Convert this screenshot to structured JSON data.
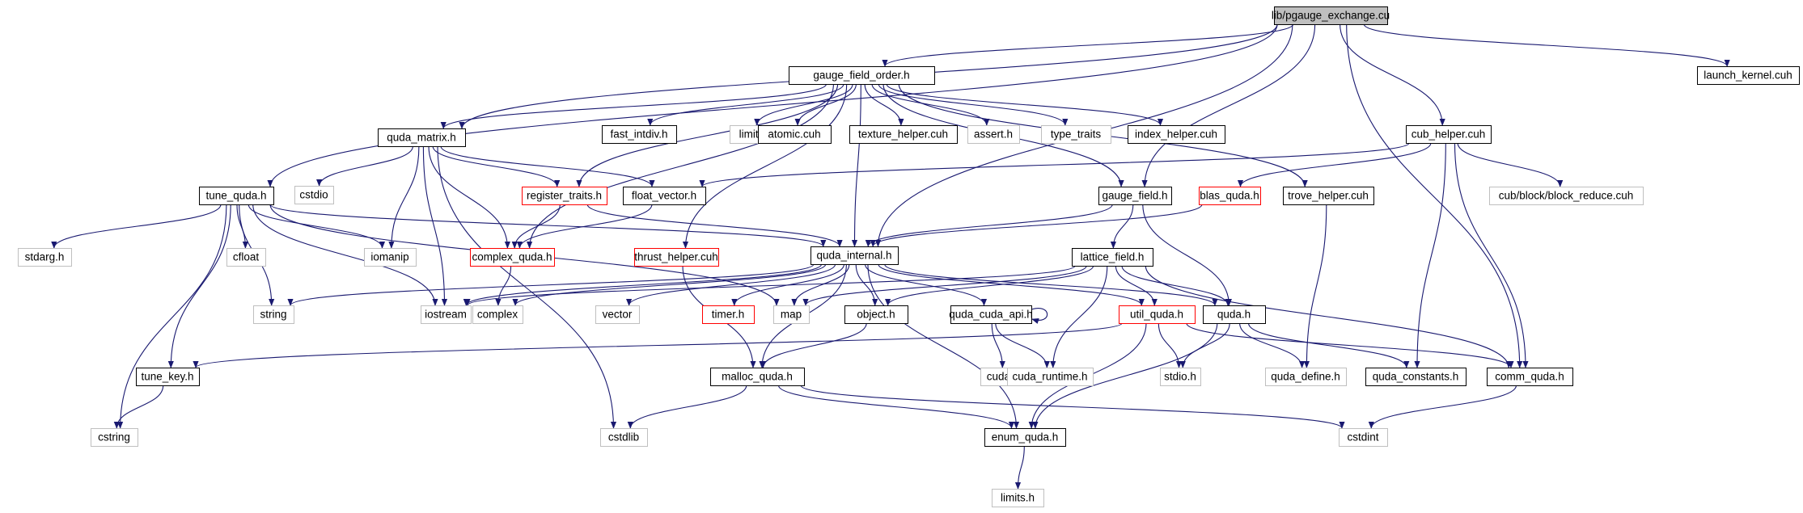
{
  "colors": {
    "edge": "#191970",
    "root_fill": "#bfbfbf",
    "documented_border": "#000000",
    "truncated_border": "#ff0000",
    "external_border": "#bfbfbf",
    "external_text": "#7f7f7f",
    "label": "#000000"
  },
  "graph": {
    "nodes": [
      {
        "id": "root",
        "label": "lib/pgauge_exchange.cu",
        "kind": "root"
      },
      {
        "id": "gfo",
        "label": "gauge_field_order.h",
        "kind": "doc"
      },
      {
        "id": "launch",
        "label": "launch_kernel.cuh",
        "kind": "doc"
      },
      {
        "id": "qmat",
        "label": "quda_matrix.h",
        "kind": "doc"
      },
      {
        "id": "fastint",
        "label": "fast_intdiv.h",
        "kind": "doc"
      },
      {
        "id": "limits",
        "label": "limits",
        "kind": "ext"
      },
      {
        "id": "atomic",
        "label": "atomic.cuh",
        "kind": "doc"
      },
      {
        "id": "texh",
        "label": "texture_helper.cuh",
        "kind": "doc"
      },
      {
        "id": "assert",
        "label": "assert.h",
        "kind": "ext"
      },
      {
        "id": "typetr",
        "label": "type_traits",
        "kind": "ext"
      },
      {
        "id": "idxh",
        "label": "index_helper.cuh",
        "kind": "doc"
      },
      {
        "id": "cubh",
        "label": "cub_helper.cuh",
        "kind": "doc"
      },
      {
        "id": "tune",
        "label": "tune_quda.h",
        "kind": "doc"
      },
      {
        "id": "cstdio",
        "label": "cstdio",
        "kind": "ext"
      },
      {
        "id": "regtr",
        "label": "register_traits.h",
        "kind": "trunc"
      },
      {
        "id": "floatv",
        "label": "float_vector.h",
        "kind": "doc"
      },
      {
        "id": "gf",
        "label": "gauge_field.h",
        "kind": "doc"
      },
      {
        "id": "blas",
        "label": "blas_quda.h",
        "kind": "trunc"
      },
      {
        "id": "trove",
        "label": "trove_helper.cuh",
        "kind": "doc"
      },
      {
        "id": "cubbr",
        "label": "cub/block/block_reduce.cuh",
        "kind": "ext"
      },
      {
        "id": "stdarg",
        "label": "stdarg.h",
        "kind": "ext"
      },
      {
        "id": "cfloat",
        "label": "cfloat",
        "kind": "ext"
      },
      {
        "id": "iomanip",
        "label": "iomanip",
        "kind": "ext"
      },
      {
        "id": "cq",
        "label": "complex_quda.h",
        "kind": "trunc"
      },
      {
        "id": "thrust",
        "label": "thrust_helper.cuh",
        "kind": "trunc"
      },
      {
        "id": "qi",
        "label": "quda_internal.h",
        "kind": "doc"
      },
      {
        "id": "lf",
        "label": "lattice_field.h",
        "kind": "doc"
      },
      {
        "id": "string",
        "label": "string",
        "kind": "ext"
      },
      {
        "id": "iostream",
        "label": "iostream",
        "kind": "ext"
      },
      {
        "id": "complex",
        "label": "complex",
        "kind": "ext"
      },
      {
        "id": "vector",
        "label": "vector",
        "kind": "ext"
      },
      {
        "id": "timer",
        "label": "timer.h",
        "kind": "trunc"
      },
      {
        "id": "map",
        "label": "map",
        "kind": "ext"
      },
      {
        "id": "object",
        "label": "object.h",
        "kind": "doc"
      },
      {
        "id": "qcapi",
        "label": "quda_cuda_api.h",
        "kind": "doc"
      },
      {
        "id": "util",
        "label": "util_quda.h",
        "kind": "trunc"
      },
      {
        "id": "quda",
        "label": "quda.h",
        "kind": "doc"
      },
      {
        "id": "tunekey",
        "label": "tune_key.h",
        "kind": "doc"
      },
      {
        "id": "malloc",
        "label": "malloc_quda.h",
        "kind": "doc"
      },
      {
        "id": "cudah",
        "label": "cuda.h",
        "kind": "ext"
      },
      {
        "id": "cudart",
        "label": "cuda_runtime.h",
        "kind": "ext"
      },
      {
        "id": "stdio",
        "label": "stdio.h",
        "kind": "ext"
      },
      {
        "id": "qdef",
        "label": "quda_define.h",
        "kind": "ext"
      },
      {
        "id": "qconst",
        "label": "quda_constants.h",
        "kind": "doc"
      },
      {
        "id": "comm",
        "label": "comm_quda.h",
        "kind": "doc"
      },
      {
        "id": "cstring",
        "label": "cstring",
        "kind": "ext"
      },
      {
        "id": "cstdlib",
        "label": "cstdlib",
        "kind": "ext"
      },
      {
        "id": "enum",
        "label": "enum_quda.h",
        "kind": "doc"
      },
      {
        "id": "cstdint",
        "label": "cstdint",
        "kind": "ext"
      },
      {
        "id": "limitsh",
        "label": "limits.h",
        "kind": "ext"
      }
    ],
    "edges": [
      [
        "root",
        "gfo"
      ],
      [
        "root",
        "launch"
      ],
      [
        "root",
        "qmat"
      ],
      [
        "root",
        "tune"
      ],
      [
        "root",
        "cubh"
      ],
      [
        "root",
        "qi"
      ],
      [
        "root",
        "gf"
      ],
      [
        "root",
        "comm"
      ],
      [
        "gfo",
        "qmat"
      ],
      [
        "gfo",
        "fastint"
      ],
      [
        "gfo",
        "limits"
      ],
      [
        "gfo",
        "atomic"
      ],
      [
        "gfo",
        "texh"
      ],
      [
        "gfo",
        "assert"
      ],
      [
        "gfo",
        "typetr"
      ],
      [
        "gfo",
        "idxh"
      ],
      [
        "gfo",
        "regtr"
      ],
      [
        "gfo",
        "cq"
      ],
      [
        "gfo",
        "thrust"
      ],
      [
        "gfo",
        "gf"
      ],
      [
        "gfo",
        "trove"
      ],
      [
        "gfo",
        "qi"
      ],
      [
        "qmat",
        "cstdio"
      ],
      [
        "qmat",
        "regtr"
      ],
      [
        "qmat",
        "floatv"
      ],
      [
        "qmat",
        "cq"
      ],
      [
        "qmat",
        "iomanip"
      ],
      [
        "qmat",
        "iostream"
      ],
      [
        "qmat",
        "cstdlib"
      ],
      [
        "cubh",
        "floatv"
      ],
      [
        "cubh",
        "blas"
      ],
      [
        "cubh",
        "cubbr"
      ],
      [
        "cubh",
        "qconst"
      ],
      [
        "cubh",
        "comm"
      ],
      [
        "tune",
        "stdarg"
      ],
      [
        "tune",
        "cfloat"
      ],
      [
        "tune",
        "iomanip"
      ],
      [
        "tune",
        "string"
      ],
      [
        "tune",
        "iostream"
      ],
      [
        "tune",
        "map"
      ],
      [
        "tune",
        "cstring"
      ],
      [
        "tune",
        "tunekey"
      ],
      [
        "tune",
        "qi"
      ],
      [
        "regtr",
        "cq"
      ],
      [
        "regtr",
        "qi"
      ],
      [
        "floatv",
        "cq"
      ],
      [
        "gf",
        "lf"
      ],
      [
        "gf",
        "qi"
      ],
      [
        "gf",
        "quda"
      ],
      [
        "blas",
        "qi"
      ],
      [
        "trove",
        "qdef"
      ],
      [
        "cq",
        "complex"
      ],
      [
        "thrust",
        "malloc"
      ],
      [
        "qi",
        "string"
      ],
      [
        "qi",
        "iostream"
      ],
      [
        "qi",
        "complex"
      ],
      [
        "qi",
        "vector"
      ],
      [
        "qi",
        "timer"
      ],
      [
        "qi",
        "map"
      ],
      [
        "qi",
        "object"
      ],
      [
        "qi",
        "qcapi"
      ],
      [
        "qi",
        "util"
      ],
      [
        "qi",
        "quda"
      ],
      [
        "qi",
        "malloc"
      ],
      [
        "qi",
        "enum"
      ],
      [
        "lf",
        "iostream"
      ],
      [
        "lf",
        "map"
      ],
      [
        "lf",
        "object"
      ],
      [
        "lf",
        "util"
      ],
      [
        "lf",
        "quda"
      ],
      [
        "lf",
        "cudart"
      ],
      [
        "lf",
        "comm"
      ],
      [
        "qcapi",
        "qcapi"
      ],
      [
        "qcapi",
        "cudah"
      ],
      [
        "qcapi",
        "cudart"
      ],
      [
        "util",
        "tunekey"
      ],
      [
        "util",
        "stdio"
      ],
      [
        "util",
        "comm"
      ],
      [
        "util",
        "enum"
      ],
      [
        "quda",
        "stdio"
      ],
      [
        "quda",
        "qdef"
      ],
      [
        "quda",
        "qconst"
      ],
      [
        "quda",
        "enum"
      ],
      [
        "object",
        "malloc"
      ],
      [
        "tunekey",
        "cstring"
      ],
      [
        "malloc",
        "cstdlib"
      ],
      [
        "malloc",
        "enum"
      ],
      [
        "malloc",
        "cstdint"
      ],
      [
        "comm",
        "cstdint"
      ],
      [
        "enum",
        "limitsh"
      ]
    ]
  }
}
